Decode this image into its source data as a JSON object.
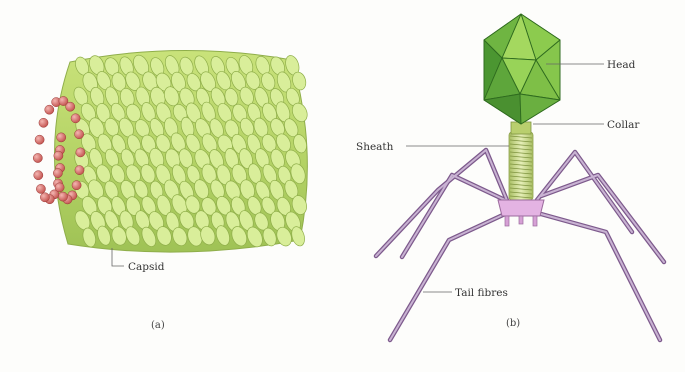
{
  "panel_a": {
    "label_capsid": "Capsid",
    "caption": "(a)"
  },
  "panel_b": {
    "label_head": "Head",
    "label_collar": "Collar",
    "label_sheath": "Sheath",
    "label_tail_fibres": "Tail fibres",
    "caption": "(b)"
  },
  "colors": {
    "capsomere_fill": "#d9ee9a",
    "capsomere_stroke": "#8fae4a",
    "rna_bead": "#d2706c",
    "head_dark": "#3f8f2c",
    "head_light": "#9fd25a",
    "sheath": "#c8d98a",
    "tail_fibre": "#a27fb0",
    "baseplate": "#e4b3e3"
  }
}
